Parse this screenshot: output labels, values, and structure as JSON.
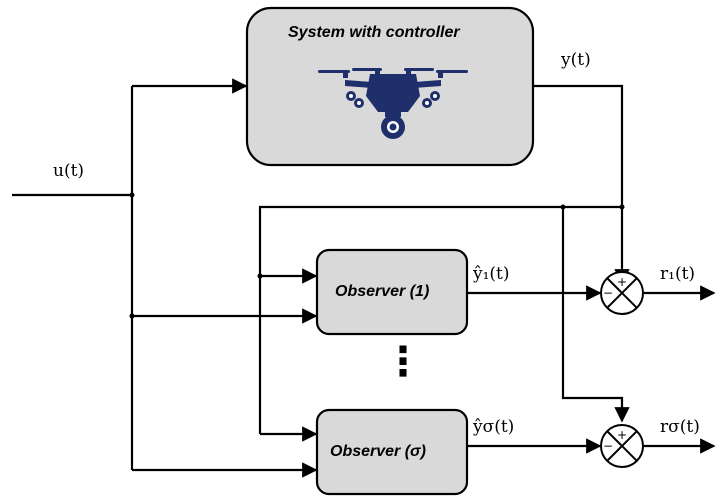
{
  "system": {
    "title": "System with controller",
    "icon": "drone-icon",
    "fill": "#d9d9d9",
    "drone_color": "#1f2f6b"
  },
  "observers": [
    {
      "label": "Observer (1)"
    },
    {
      "label": "Observer (σ)"
    }
  ],
  "ellipsis": "⋮",
  "signals": {
    "input": "u(t)",
    "output": "y(t)",
    "estimate_1": "ŷ₁(t)",
    "estimate_sigma": "ŷσ(t)",
    "residual_1": "r₁(t)",
    "residual_sigma": "rσ(t)"
  },
  "summing_junction_signs": {
    "plus": "+",
    "minus": "−"
  },
  "colors": {
    "line": "#000000",
    "block_fill": "#d9d9d9",
    "drone": "#1f2f6b"
  }
}
